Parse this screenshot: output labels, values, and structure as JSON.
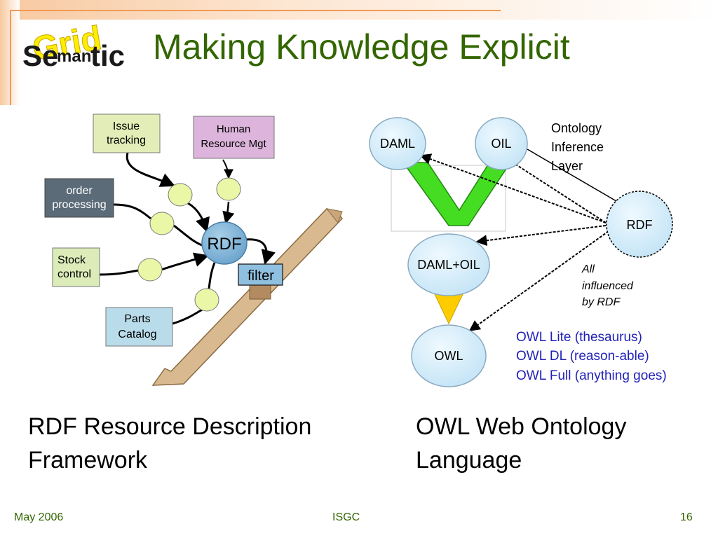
{
  "logo": {
    "word_left": "Se",
    "word_mid": "man",
    "word_right": "tic",
    "overlay": "Grid"
  },
  "title": "Making Knowledge Explicit",
  "rdf_diagram": {
    "issue_tracking": [
      "Issue",
      "tracking"
    ],
    "human_resource": [
      "Human",
      "Resource Mgt"
    ],
    "order_processing": [
      "order",
      "processing"
    ],
    "stock_control": [
      "Stock",
      "control"
    ],
    "parts_catalog": [
      "Parts",
      "Catalog"
    ],
    "hub": "RDF",
    "filter": "filter"
  },
  "owl_diagram": {
    "daml": "DAML",
    "oil": "OIL",
    "daml_oil": "DAML+OIL",
    "owl": "OWL",
    "rdf": "RDF",
    "layer_note": [
      "Ontology",
      "Inference",
      "Layer"
    ],
    "influence_note": [
      "All",
      "influenced",
      "by RDF"
    ],
    "owl_variants": [
      "OWL Lite (thesaurus)",
      "OWL DL (reason-able)",
      "OWL Full (anything goes)"
    ]
  },
  "captions": {
    "left": [
      "RDF Resource Description",
      "Framework"
    ],
    "right": [
      "OWL Web Ontology",
      "Language"
    ]
  },
  "footer": {
    "date": "May 2006",
    "event": "ISGC",
    "page": "16"
  },
  "colors": {
    "title": "#336600",
    "hub_fill": "#7fb5d9",
    "bubble_fill": "#e8f9a6",
    "oval_fill": "#d2ecf9",
    "variants_text": "#1f1fb8",
    "green_arrow": "#44dd22",
    "yellow_arrow": "#ffcc00"
  }
}
